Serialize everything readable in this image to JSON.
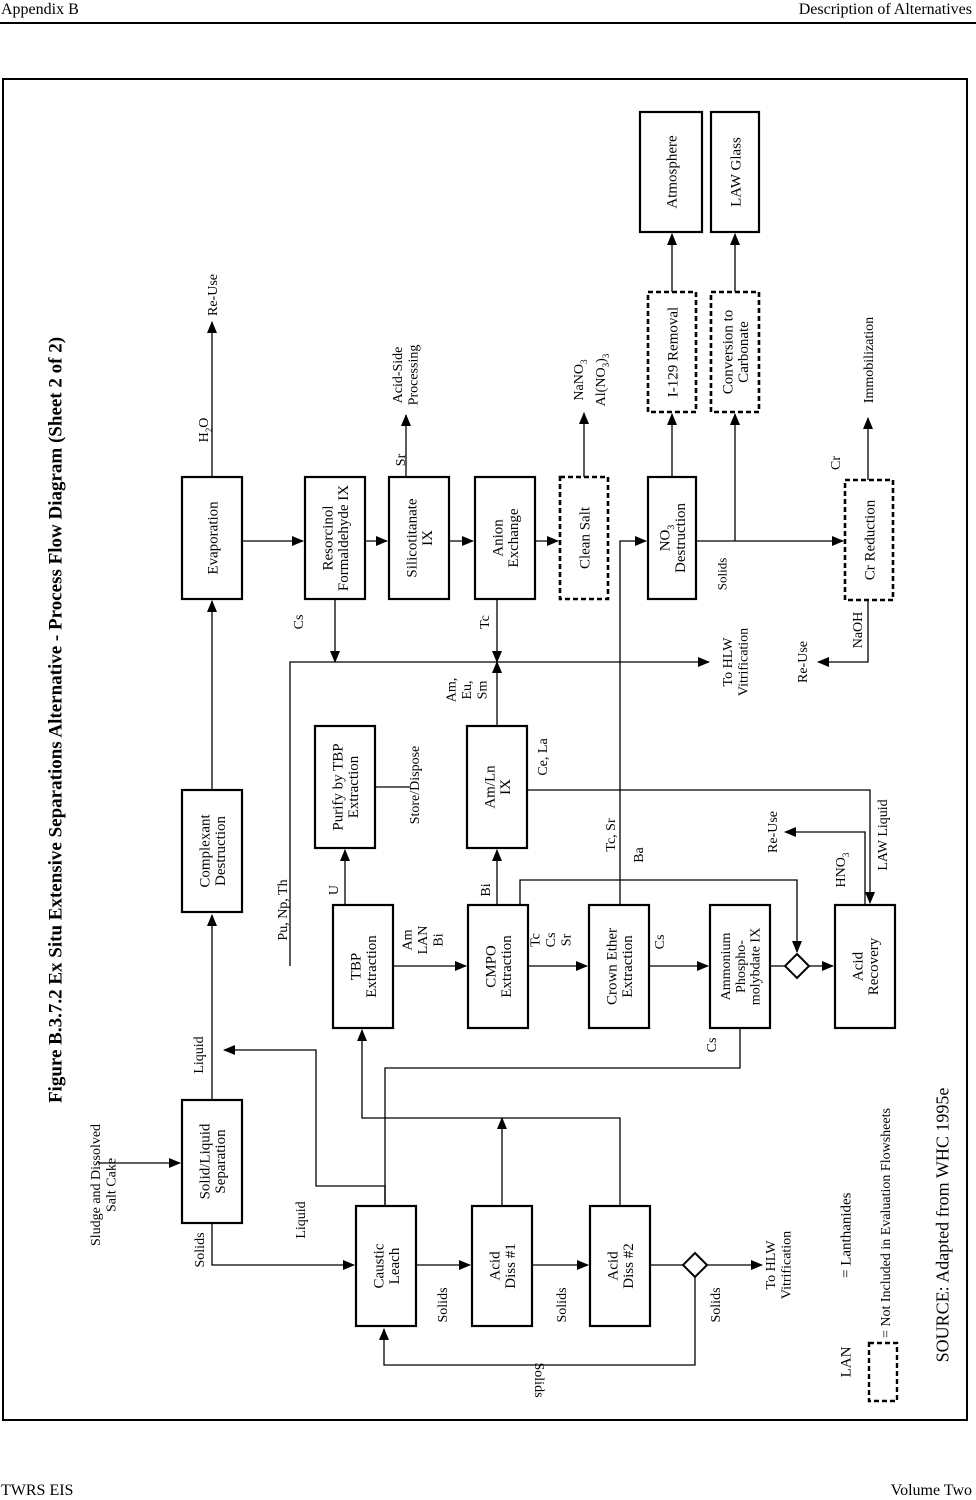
{
  "header": {
    "left": "Appendix B",
    "right": "Description of Alternatives"
  },
  "footer": {
    "left": "TWRS EIS",
    "right": "Volume Two"
  },
  "figure": {
    "title": "Figure B.3.7.2    Ex Situ Extensive Separations Alternative - Process Flow Diagram (Sheet 2 of 2)",
    "source": "SOURCE:  Adapted from WHC 1995e"
  },
  "legend": {
    "lan_abbrev": "LAN",
    "lan_def": "= Lanthanides",
    "dashed_def": "= Not Included in Evaluation Flowsheets"
  },
  "boxes": {
    "solid_liquid": [
      "Solid/Liquid",
      "Separation"
    ],
    "caustic": [
      "Caustic",
      "Leach"
    ],
    "acid1": [
      "Acid",
      "Diss #1"
    ],
    "acid2": [
      "Acid",
      "Diss #2"
    ],
    "complexant": [
      "Complexant",
      "Destruction"
    ],
    "tbp": [
      "TBP",
      "Extraction"
    ],
    "cmpo": [
      "CMPO",
      "Extraction"
    ],
    "crown": [
      "Crown Ether",
      "Extraction"
    ],
    "ammonium": [
      "Ammonium",
      "Phospho-",
      "molybdate IX"
    ],
    "acid_recovery": [
      "Acid",
      "Recovery"
    ],
    "purify": [
      "Purify by TBP",
      "Extraction"
    ],
    "amln": [
      "Am/Ln",
      "IX"
    ],
    "evaporation": [
      "Evaporation"
    ],
    "resorcinol": [
      "Resorcinol",
      "Formaldehyde IX"
    ],
    "silico": [
      "Silicotitanate",
      "IX"
    ],
    "anion": [
      "Anion",
      "Exchange"
    ],
    "clean_salt": [
      "Clean Salt"
    ],
    "no3": [
      "NO3",
      "Destruction"
    ],
    "cr_reduction": [
      "Cr Reduction"
    ],
    "i129": [
      "I-129 Removal"
    ],
    "conversion": [
      "Conversion to",
      "Carbonate"
    ],
    "atmosphere": [
      "Atmosphere"
    ],
    "law_glass": [
      "LAW Glass"
    ]
  },
  "labels": {
    "sludge": [
      "Sludge and Dissolved",
      "Salt Cake"
    ],
    "liquid": "Liquid",
    "solids": "Solids",
    "to_hlw": [
      "To HLW",
      "Vitrification"
    ],
    "pu_np_th": "Pu, Np, Th",
    "u": "U",
    "store": "Store/Dispose",
    "am_lan_bi": [
      "Am",
      "LAN",
      "Bi"
    ],
    "bi": "Bi",
    "tc_cs_sr": [
      "Tc",
      "Cs",
      "Sr"
    ],
    "cs": "Cs",
    "am_eu_sm": [
      "Am,",
      "Eu,",
      "Sm"
    ],
    "ce_la": "Ce, La",
    "tc_sr": "Tc, Sr",
    "ba": "Ba",
    "re_use": "Re-Use",
    "hno3": "HNO3",
    "law_liquid": "LAW Liquid",
    "h2o": "H2O",
    "tc": "Tc",
    "sr": "Sr",
    "acid_side": [
      "Acid-Side",
      "Processing"
    ],
    "nano3": "NaNO3",
    "al": "Al(NO3)3",
    "cr": "Cr",
    "immobilization": "Immobilization",
    "naoh": "NaOH"
  }
}
